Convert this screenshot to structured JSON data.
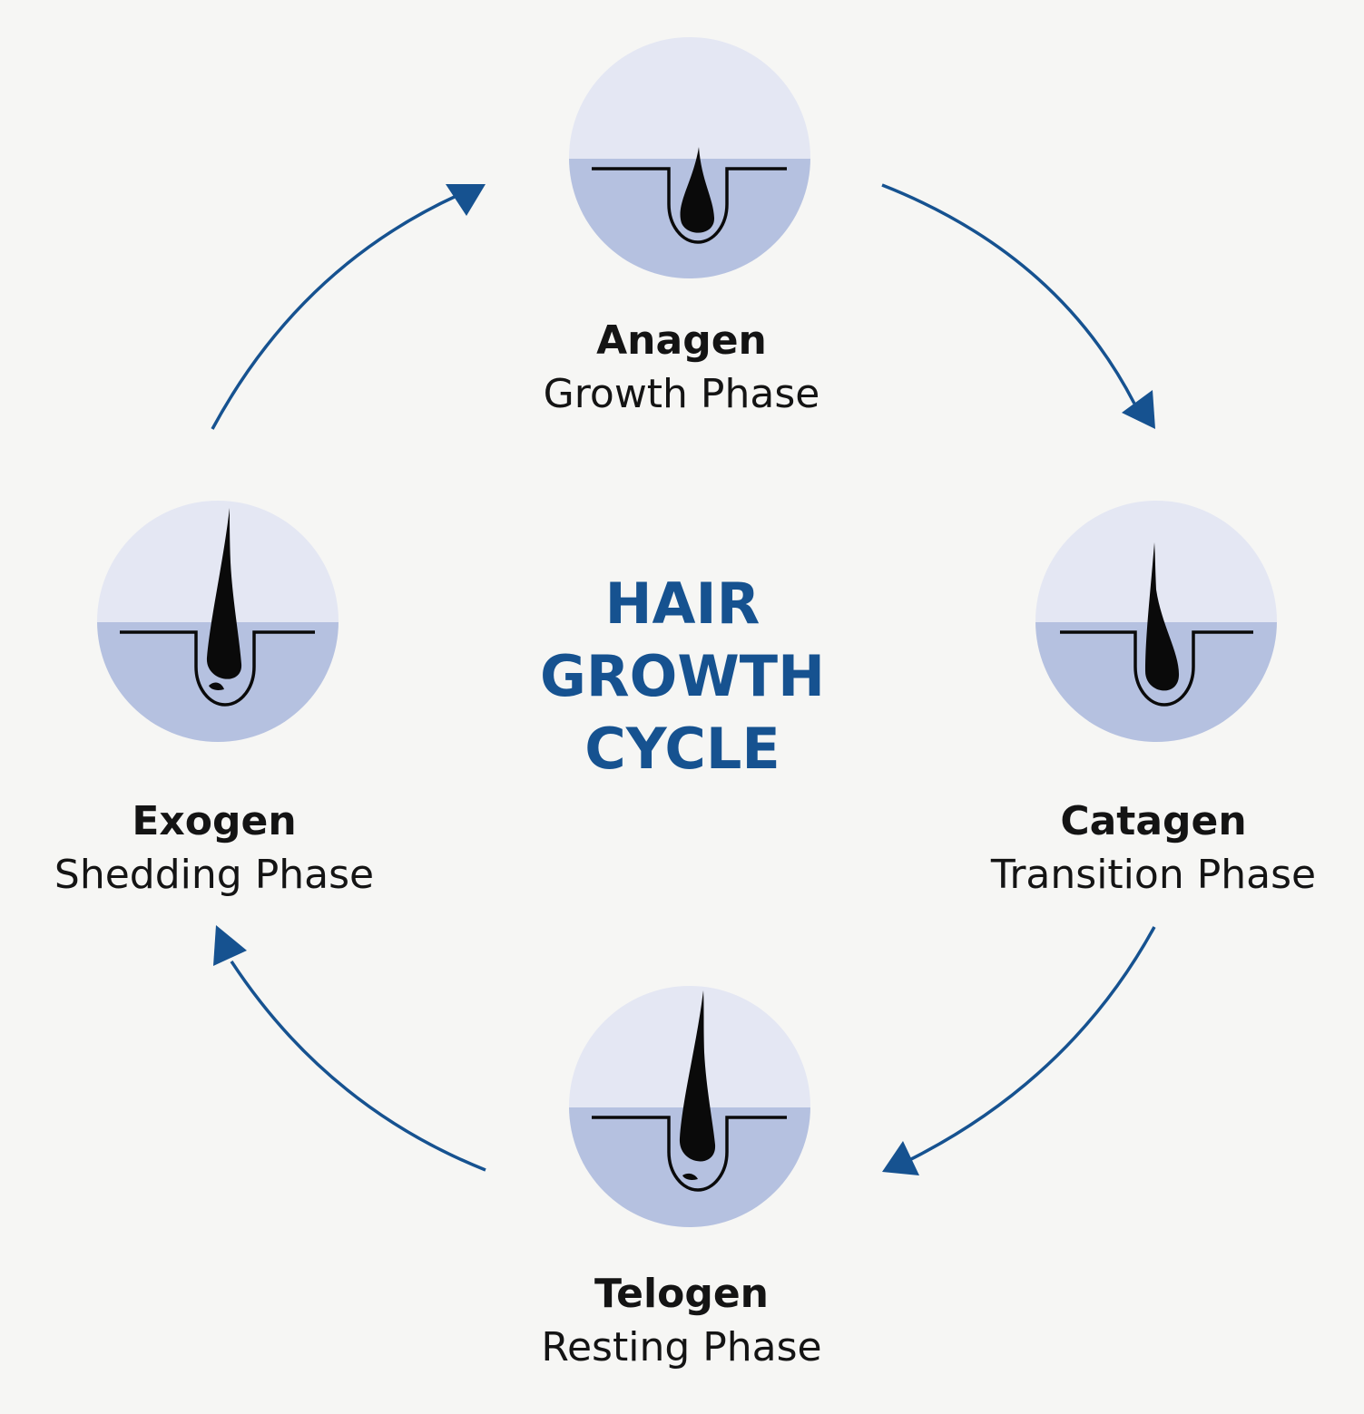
{
  "diagram": {
    "title_lines": [
      "HAIR",
      "GROWTH",
      "CYCLE"
    ],
    "phases": [
      {
        "name": "Anagen",
        "description": "Growth Phase",
        "stage": "growth"
      },
      {
        "name": "Catagen",
        "description": "Transition Phase",
        "stage": "transition"
      },
      {
        "name": "Telogen",
        "description": "Resting Phase",
        "stage": "resting"
      },
      {
        "name": "Exogen",
        "description": "Shedding Phase",
        "stage": "shedding"
      }
    ],
    "colors": {
      "background": "#f6f6f4",
      "title": "#165290",
      "arrow": "#165290",
      "circle_top": "#e4e7f3",
      "circle_bottom": "#b5c1e0",
      "hair": "#0a0a0a"
    },
    "icons": [
      "hair-follicle-icon"
    ]
  }
}
